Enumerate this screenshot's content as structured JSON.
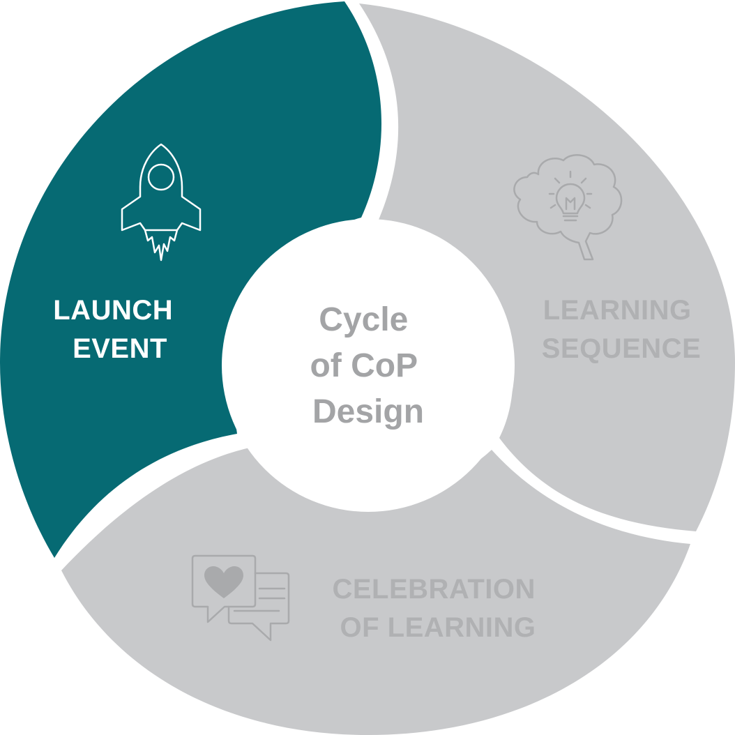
{
  "diagram": {
    "center": {
      "lines": [
        "Cycle",
        "of CoP",
        "Design"
      ]
    },
    "segments": [
      {
        "id": "launch",
        "label_lines": [
          "LAUNCH",
          "EVENT"
        ],
        "icon": "rocket-icon",
        "active": true
      },
      {
        "id": "learning",
        "label_lines": [
          "LEARNING",
          "SEQUENCE"
        ],
        "icon": "brain-lightbulb-icon",
        "active": false
      },
      {
        "id": "celebration",
        "label_lines": [
          "CELEBRATION",
          "OF LEARNING"
        ],
        "icon": "heart-chat-icon",
        "active": false
      }
    ]
  },
  "colors": {
    "active_fill": "#066a73",
    "inactive_fill": "#c8c9cb",
    "active_text": "#ffffff",
    "inactive_text": "#b0b1b3",
    "center_text": "#a3a4a6",
    "inactive_icon": "#a9aaac",
    "background": "#ffffff"
  }
}
